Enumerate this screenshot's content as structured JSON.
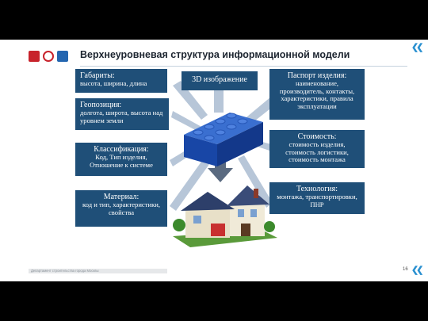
{
  "header": {
    "title": "Верхнеуровневая структура информационной модели",
    "logos": [
      "moscow-coat-of-arms",
      "round-emblem",
      "blue-emblem"
    ]
  },
  "boxes": {
    "gabarity": {
      "heading": "Габариты:",
      "text": "высота, ширина, длина"
    },
    "geoposition": {
      "heading": "Геопозиция:",
      "text": "долгота, широта, высота над уровнем земли"
    },
    "classification": {
      "heading": "Классификация:",
      "text": "Код, Тип изделия, Отношение к системе"
    },
    "material": {
      "heading": "Материал:",
      "text": "код и тип, характеристики, свойства"
    },
    "image3d": {
      "heading": "3D изображение"
    },
    "passport": {
      "heading": "Паспорт изделия:",
      "text": "наименование, производитель, контакты, характеристики, правила эксплуатации"
    },
    "cost": {
      "heading": "Стоимость:",
      "text": "стоимость изделия, стоимость логистики, стоимость монтажа"
    },
    "technology": {
      "heading": "Технология:",
      "text": "монтажа, транспортировки, ПНР"
    }
  },
  "footer": {
    "source": "Департамент строительства города Москвы",
    "page": "16"
  },
  "colors": {
    "box": "#1f4f78",
    "brick": "#1d4fae",
    "accent": "#2a90d0",
    "arrow": "#b7c6d8"
  }
}
